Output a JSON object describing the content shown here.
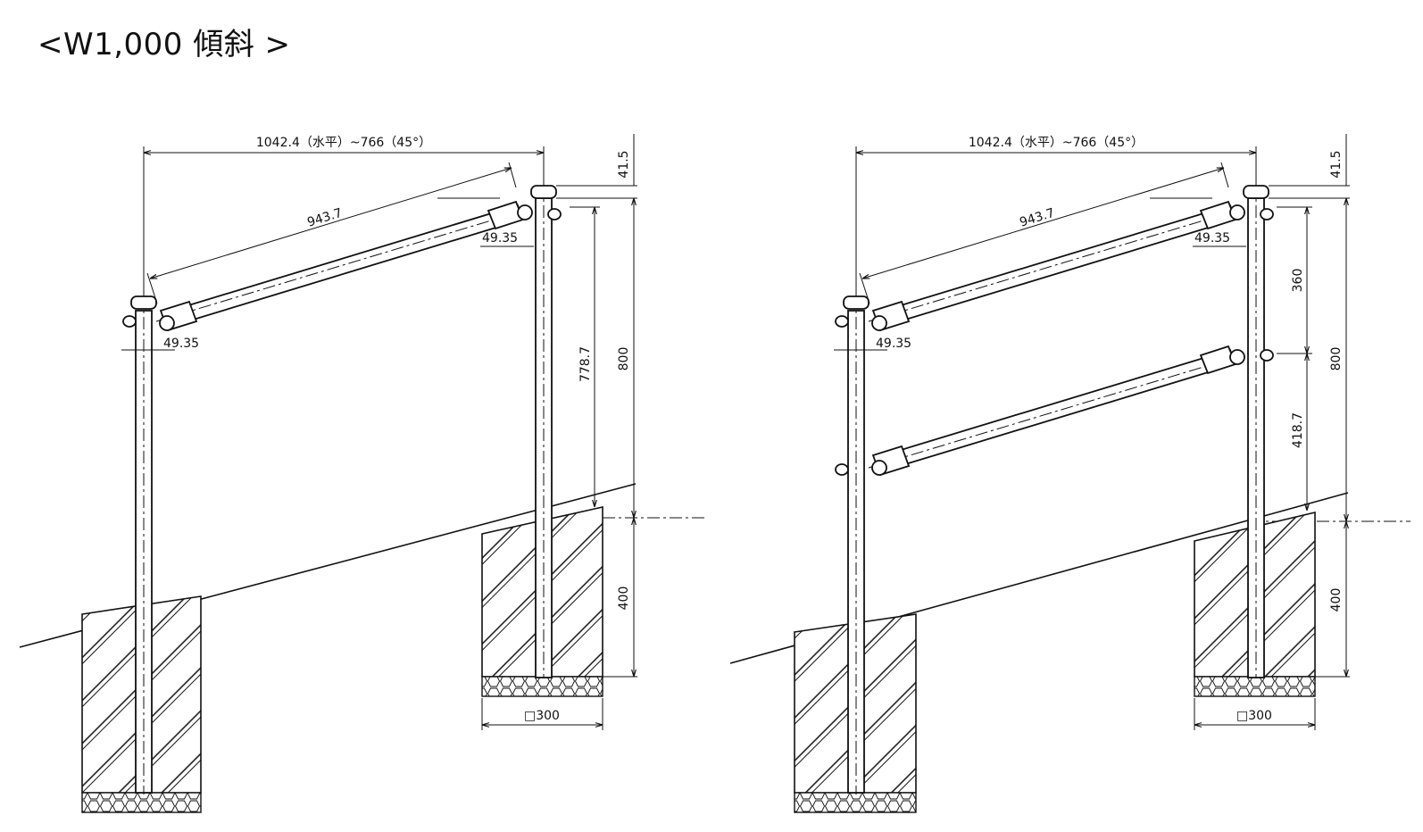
{
  "title": "<W1,000 傾斜 >",
  "left": {
    "span": "1042.4（水平）~766（45°）",
    "rail_length": "943.7",
    "offset_top": "49.35",
    "offset_bottom": "49.35",
    "cap": "41.5",
    "height_total": "800",
    "height_rail": "778.7",
    "embed": "400",
    "footing": "□300"
  },
  "right": {
    "span": "1042.4（水平）~766（45°）",
    "rail_length": "943.7",
    "offset_top": "49.35",
    "offset_bottom": "49.35",
    "cap": "41.5",
    "height_total": "800",
    "height_upper": "360",
    "height_lower": "418.7",
    "embed": "400",
    "footing": "□300"
  }
}
